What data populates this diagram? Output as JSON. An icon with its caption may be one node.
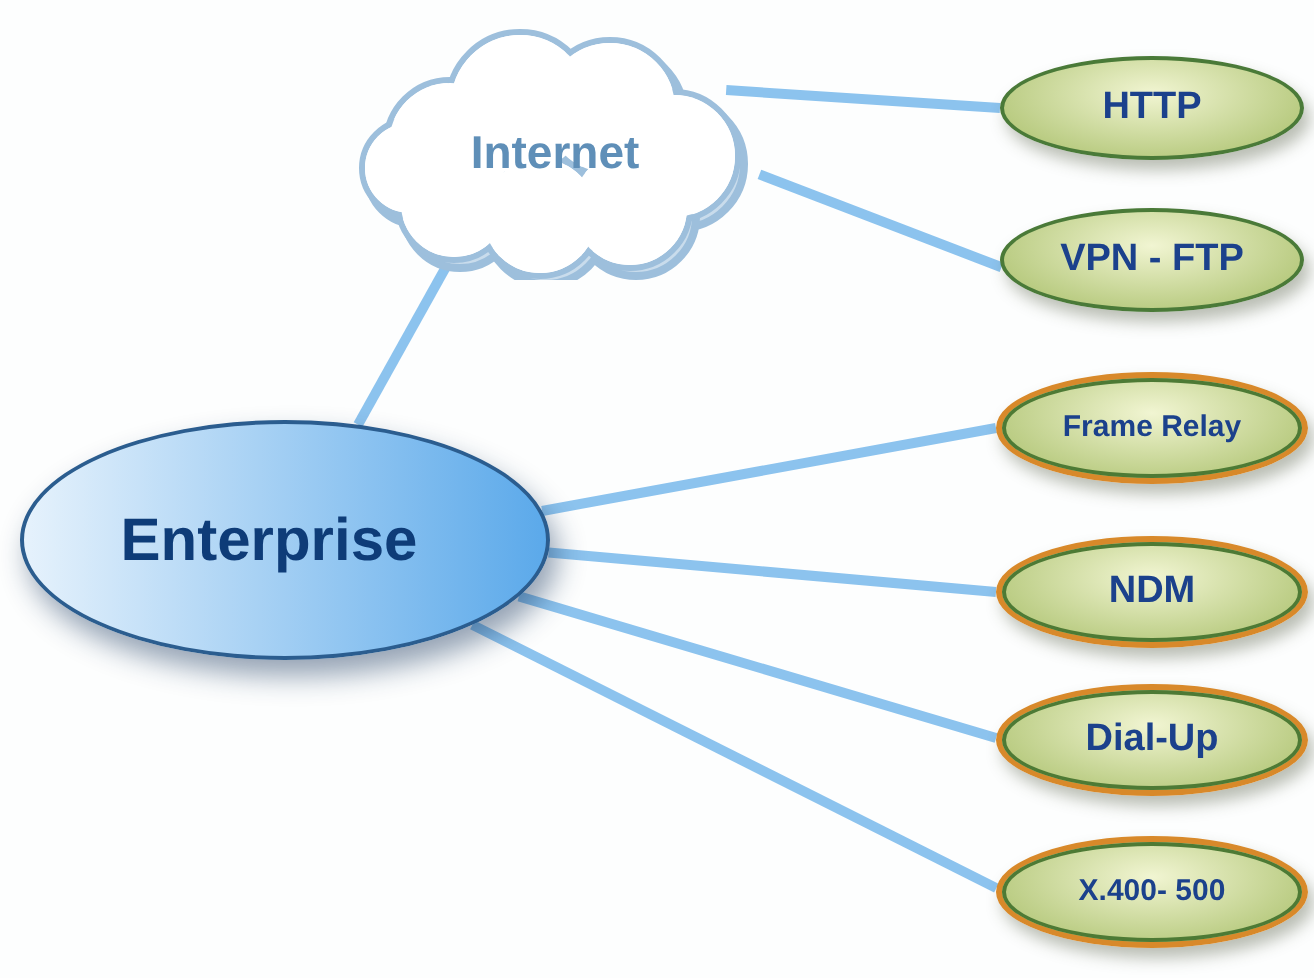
{
  "diagram": {
    "nodes": [
      {
        "text": [
          "Internet"
        ]
      },
      {
        "text": [
          "HTTP"
        ]
      },
      {
        "text": [
          "VPN - FTP"
        ]
      },
      {
        "text": [
          "Frame Relay"
        ]
      },
      {
        "text": [
          "Enterprise"
        ]
      },
      {
        "text": [
          "NDM"
        ]
      },
      {
        "text": [
          "Dial-Up"
        ]
      },
      {
        "text": [
          "X.400- 500"
        ]
      }
    ],
    "edges": [
      {
        "from": 0,
        "to": 1,
        "arrow": "none"
      },
      {
        "from": 0,
        "to": 2,
        "arrow": "none"
      },
      {
        "from": 4,
        "to": 0,
        "arrow": "none"
      },
      {
        "from": 4,
        "to": 3,
        "arrow": "none"
      },
      {
        "from": 4,
        "to": 5,
        "arrow": "none"
      },
      {
        "from": 4,
        "to": 6,
        "arrow": "none"
      },
      {
        "from": 4,
        "to": 7,
        "arrow": "none"
      }
    ]
  }
}
